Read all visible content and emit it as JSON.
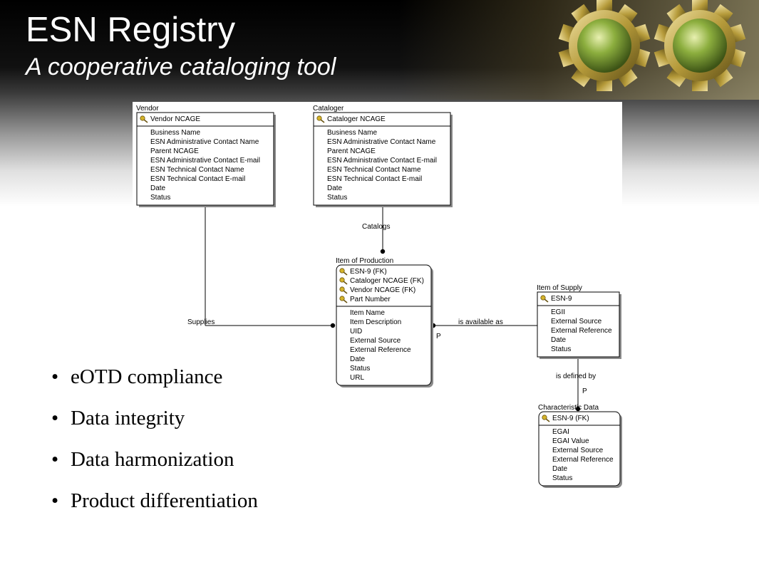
{
  "header": {
    "title": "ESN Registry",
    "subtitle": "A cooperative cataloging tool"
  },
  "colors": {
    "header_dark": "#000000",
    "gear_gold": "#b59a3a",
    "globe_green": "#7fa83a",
    "entity_border": "#000000",
    "entity_shadow": "#8a8a8a",
    "key_icon": "#d4b32a"
  },
  "diagram": {
    "entities": [
      {
        "id": "vendor",
        "name": "Vendor",
        "keys": [
          "Vendor NCAGE"
        ],
        "attributes": [
          "Business Name",
          "ESN Administrative Contact Name",
          "Parent NCAGE",
          "ESN Administrative Contact E-mail",
          "ESN Technical Contact Name",
          "ESN Technical Contact E-mail",
          "Date",
          "Status"
        ]
      },
      {
        "id": "cataloger",
        "name": "Cataloger",
        "keys": [
          "Cataloger NCAGE"
        ],
        "attributes": [
          "Business Name",
          "ESN Administrative Contact Name",
          "Parent NCAGE",
          "ESN Administrative Contact E-mail",
          "ESN Technical Contact Name",
          "ESN Technical Contact E-mail",
          "Date",
          "Status"
        ]
      },
      {
        "id": "item-of-production",
        "name": "Item of Production",
        "keys": [
          "ESN-9 (FK)",
          "Cataloger NCAGE (FK)",
          "Vendor NCAGE (FK)",
          "Part Number"
        ],
        "attributes": [
          "Item Name",
          "Item Description",
          "UID",
          "External Source",
          "External Reference",
          "Date",
          "Status",
          "URL"
        ]
      },
      {
        "id": "item-of-supply",
        "name": "Item of Supply",
        "keys": [
          "ESN-9"
        ],
        "attributes": [
          "EGII",
          "External Source",
          "External Reference",
          "Date",
          "Status"
        ]
      },
      {
        "id": "characteristic-data",
        "name": "Characteristic Data",
        "keys": [
          "ESN-9 (FK)"
        ],
        "attributes": [
          "EGAI",
          "EGAI Value",
          "External Source",
          "External Reference",
          "Date",
          "Status"
        ]
      }
    ],
    "relationships": [
      {
        "id": "catalogs",
        "label": "Catalogs",
        "cardinality": ""
      },
      {
        "id": "supplies",
        "label": "Supplies",
        "cardinality": ""
      },
      {
        "id": "is-available-as",
        "label": "is available as",
        "cardinality": "P"
      },
      {
        "id": "is-defined-by",
        "label": "is defined by",
        "cardinality": "P"
      }
    ]
  },
  "bullets": [
    "eOTD compliance",
    "Data integrity",
    "Data harmonization",
    "Product differentiation"
  ]
}
